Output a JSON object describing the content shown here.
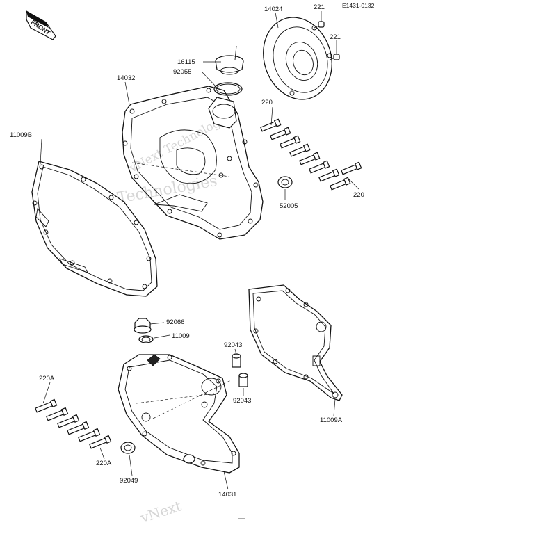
{
  "diagram_code": "E1431-0132",
  "front_badge": "FRONT",
  "watermarks": [
    "vNext Technologies",
    "Technologies",
    "vNext"
  ],
  "labels": {
    "p14024": "14024",
    "p221a": "221",
    "p221b": "221",
    "p16115": "16115",
    "p92055": "92055",
    "p14032": "14032",
    "p220": "220",
    "p220b": "220",
    "p11009B": "11009B",
    "p52005": "52005",
    "p92066": "92066",
    "p11009": "11009",
    "p92043a": "92043",
    "p92043b": "92043",
    "p220A": "220A",
    "p220Ab": "220A",
    "p92049": "92049",
    "p14031": "14031",
    "p11009A": "11009A"
  }
}
